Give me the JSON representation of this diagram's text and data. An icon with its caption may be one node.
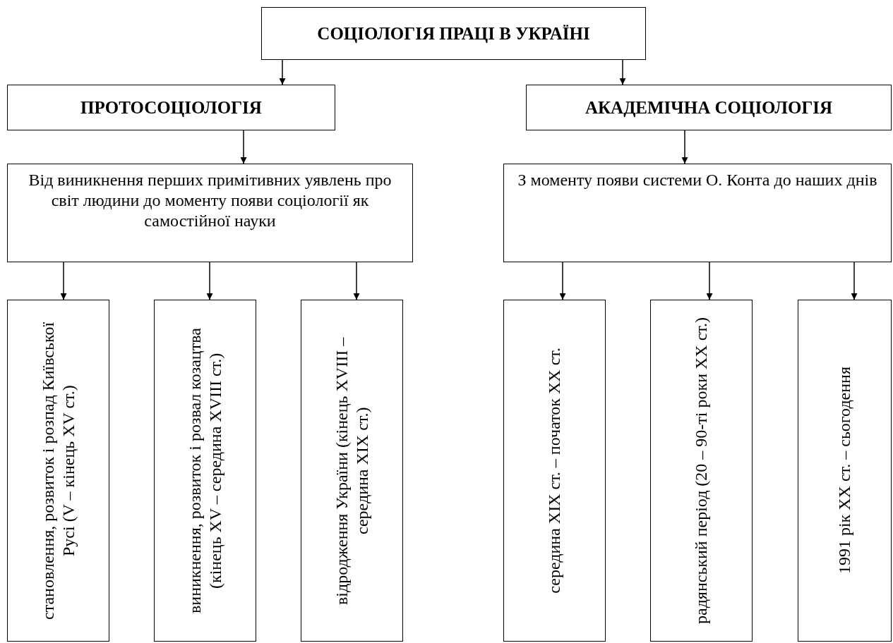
{
  "diagram": {
    "nodes": [
      {
        "text": [
          "СОЦІОЛОГІЯ ПРАЦІ В УКРАЇНІ"
        ]
      },
      {
        "text": [
          "ПРОТОСОЦІОЛОГІЯ"
        ]
      },
      {
        "text": [
          "АКАДЕМІЧНА СОЦІОЛОГІЯ"
        ]
      },
      {
        "text": [
          "Від виникнення перших примітивних уявлень про світ людини до моменту появи соціології як самостійної науки"
        ]
      },
      {
        "text": [
          "З моменту появи системи О. Конта до наших днів"
        ]
      },
      {
        "text": [
          "становлення, розвиток і розпад Київської Русі (V – кінець XV ст.)"
        ]
      },
      {
        "text": [
          "виникнення, розвиток і розвал козацтва (кінець XV – середина XVIII ст.)"
        ]
      },
      {
        "text": [
          "відродження України (кінець XVIII – середина XIX ст.)"
        ]
      },
      {
        "text": [
          "середина XIX ст. – початок XX ст."
        ]
      },
      {
        "text": [
          "радянський період (20 – 90-ті роки XX ст.)"
        ]
      },
      {
        "text": [
          "1991 рік XX ст. – сьогодення"
        ]
      }
    ],
    "edges": [
      {
        "from": 0,
        "to": 1,
        "arrow": "to"
      },
      {
        "from": 0,
        "to": 2,
        "arrow": "to"
      },
      {
        "from": 1,
        "to": 3,
        "arrow": "to"
      },
      {
        "from": 2,
        "to": 4,
        "arrow": "to"
      },
      {
        "from": 3,
        "to": 5,
        "arrow": "to"
      },
      {
        "from": 3,
        "to": 6,
        "arrow": "to"
      },
      {
        "from": 3,
        "to": 7,
        "arrow": "to"
      },
      {
        "from": 4,
        "to": 8,
        "arrow": "to"
      },
      {
        "from": 4,
        "to": 9,
        "arrow": "to"
      },
      {
        "from": 4,
        "to": 10,
        "arrow": "to"
      }
    ]
  }
}
